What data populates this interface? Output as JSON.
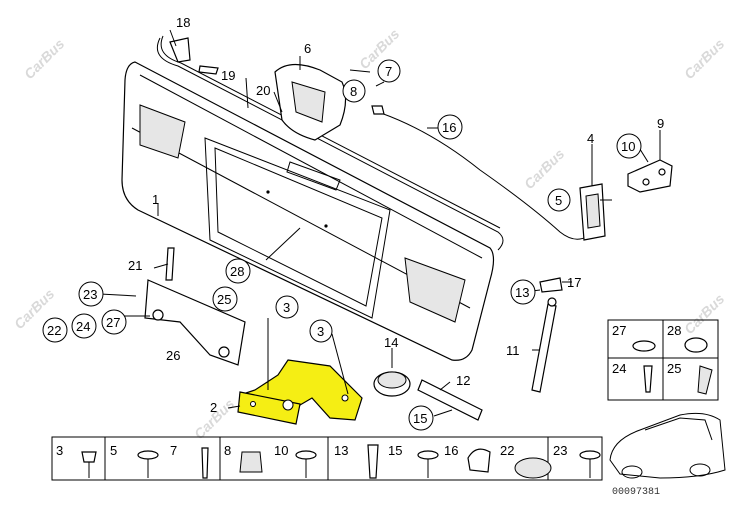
{
  "watermark": "CarBus",
  "drawing_code": "00097381",
  "colors": {
    "highlight": "#f5ee14",
    "outline": "#000000"
  },
  "callouts": [
    {
      "id": "c1",
      "text": "1",
      "circled": false
    },
    {
      "id": "c2",
      "text": "2",
      "circled": false
    },
    {
      "id": "c3a",
      "text": "3",
      "circled": true
    },
    {
      "id": "c3b",
      "text": "3",
      "circled": true
    },
    {
      "id": "c4",
      "text": "4",
      "circled": false
    },
    {
      "id": "c5",
      "text": "5",
      "circled": true
    },
    {
      "id": "c6",
      "text": "6",
      "circled": false
    },
    {
      "id": "c7",
      "text": "7",
      "circled": true
    },
    {
      "id": "c8",
      "text": "8",
      "circled": true
    },
    {
      "id": "c9",
      "text": "9",
      "circled": false
    },
    {
      "id": "c10",
      "text": "10",
      "circled": true
    },
    {
      "id": "c11",
      "text": "11",
      "circled": false
    },
    {
      "id": "c12",
      "text": "12",
      "circled": false
    },
    {
      "id": "c13",
      "text": "13",
      "circled": true
    },
    {
      "id": "c14",
      "text": "14",
      "circled": false
    },
    {
      "id": "c15",
      "text": "15",
      "circled": true
    },
    {
      "id": "c16",
      "text": "16",
      "circled": true
    },
    {
      "id": "c17",
      "text": "17",
      "circled": false
    },
    {
      "id": "c18",
      "text": "18",
      "circled": false
    },
    {
      "id": "c19",
      "text": "19",
      "circled": false
    },
    {
      "id": "c20",
      "text": "20",
      "circled": false
    },
    {
      "id": "c21",
      "text": "21",
      "circled": false
    },
    {
      "id": "c22",
      "text": "22",
      "circled": true
    },
    {
      "id": "c23",
      "text": "23",
      "circled": true
    },
    {
      "id": "c24",
      "text": "24",
      "circled": true
    },
    {
      "id": "c25",
      "text": "25",
      "circled": true
    },
    {
      "id": "c26",
      "text": "26",
      "circled": false
    },
    {
      "id": "c27",
      "text": "27",
      "circled": true
    },
    {
      "id": "c28",
      "text": "28",
      "circled": true
    }
  ],
  "small_parts_grid": [
    "27",
    "28",
    "24",
    "25"
  ],
  "fastener_row": [
    "3",
    "5",
    "7",
    "8",
    "10",
    "13",
    "15",
    "16",
    "22",
    "23"
  ]
}
